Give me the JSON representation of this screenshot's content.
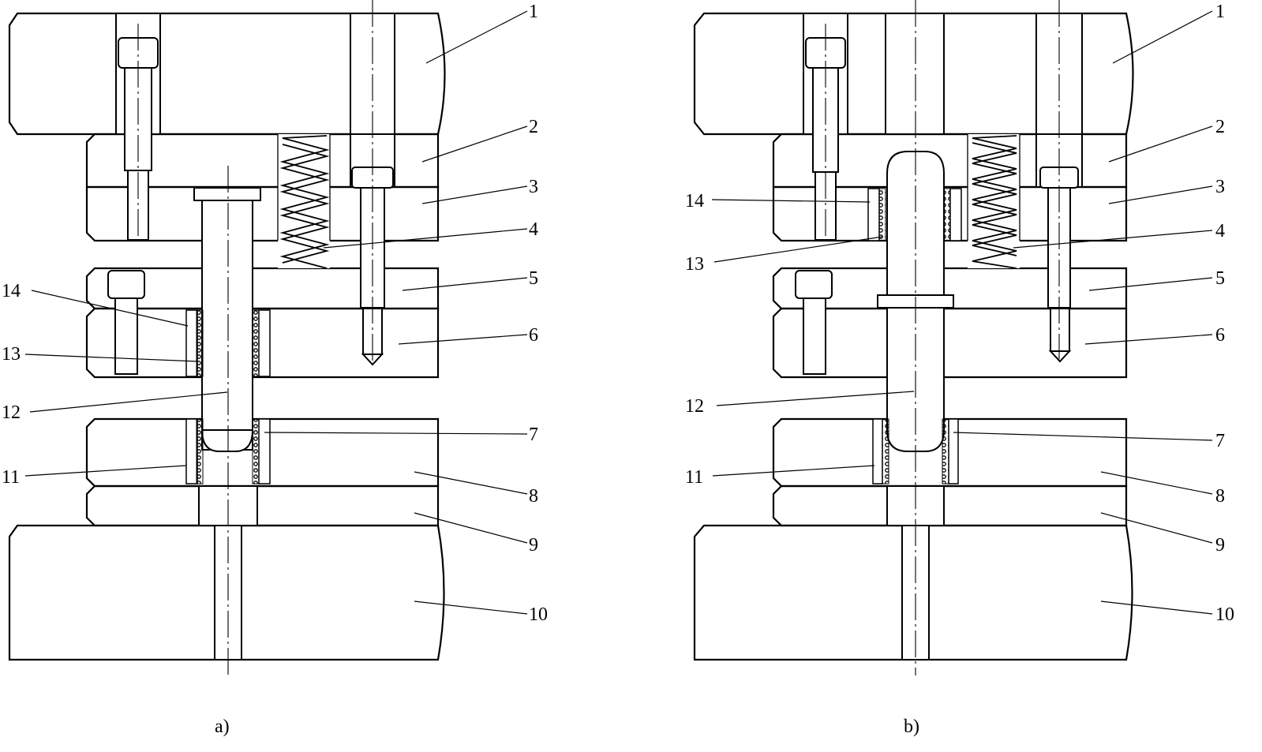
{
  "figure": {
    "panels": [
      {
        "id": "a",
        "caption": "a)"
      },
      {
        "id": "b",
        "caption": "b)"
      }
    ],
    "callouts_a_right": [
      "1",
      "2",
      "3",
      "4",
      "5",
      "6",
      "7",
      "8",
      "9",
      "10"
    ],
    "callouts_a_left": [
      "14",
      "13",
      "12",
      "11"
    ],
    "callouts_b_right": [
      "1",
      "2",
      "3",
      "4",
      "5",
      "6",
      "7",
      "8",
      "9",
      "10"
    ],
    "callouts_b_left": [
      "14",
      "13",
      "12",
      "11"
    ]
  }
}
